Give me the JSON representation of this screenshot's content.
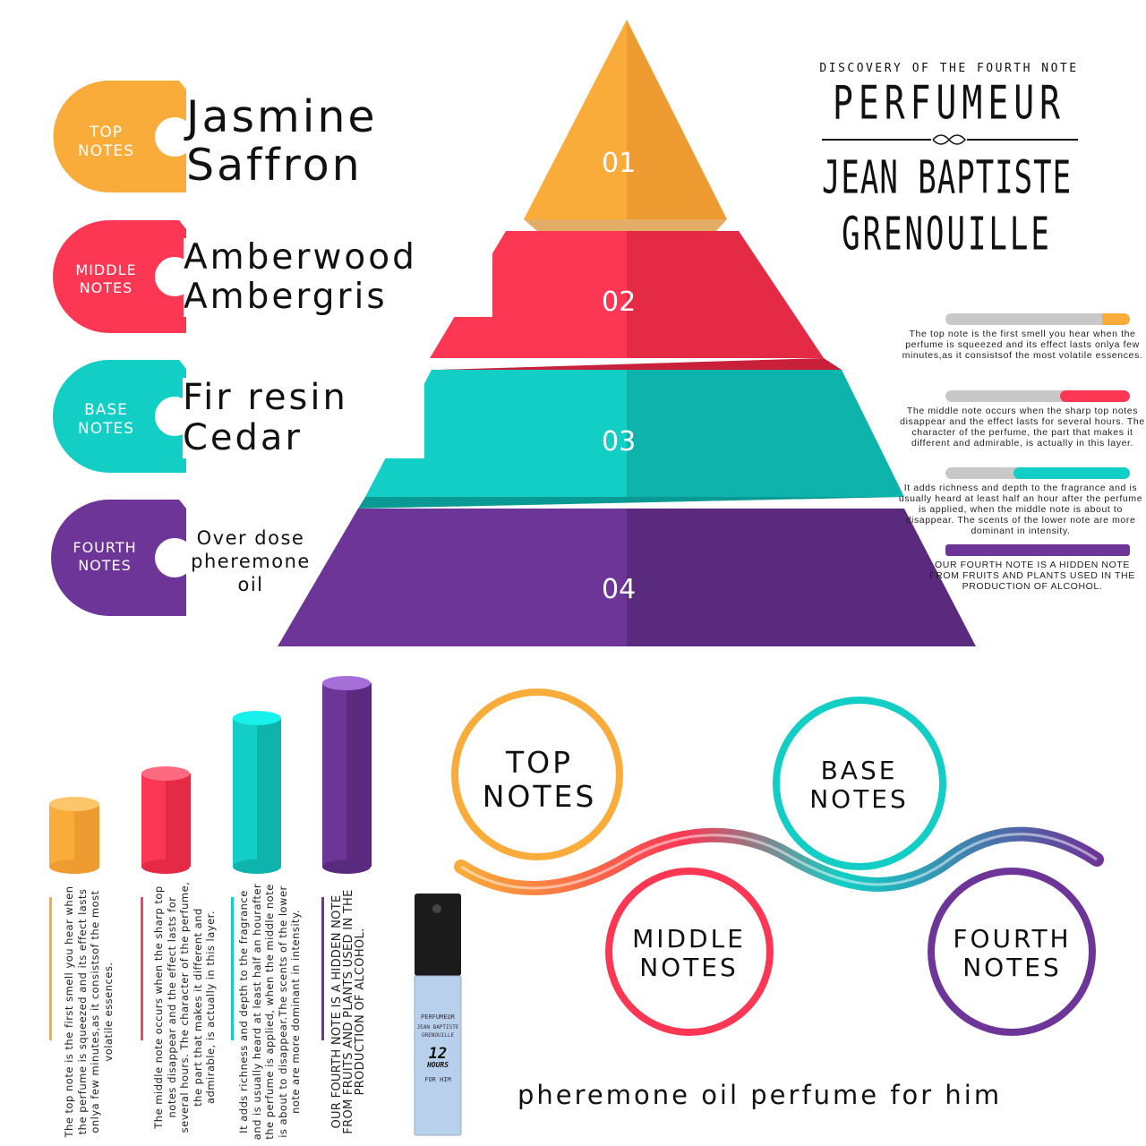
{
  "header": {
    "tagline": "DISCOVERY OF THE FOURTH NOTE",
    "brand": "PERFUMEUR",
    "name_line1": "JEAN BAPTISTE",
    "name_line2": "GRENOUILLE"
  },
  "colors": {
    "top": "#F9AC3A",
    "middle": "#FB3754",
    "base": "#12CEC4",
    "fourth": "#6E3599"
  },
  "tiers": [
    {
      "number": "01",
      "tab_line1": "TOP",
      "tab_line2": "NOTES",
      "ingredient1": "Jasmine",
      "ingredient2": "Saffron"
    },
    {
      "number": "02",
      "tab_line1": "MIDDLE",
      "tab_line2": "NOTES",
      "ingredient1": "Amberwood",
      "ingredient2": "Ambergris"
    },
    {
      "number": "03",
      "tab_line1": "BASE",
      "tab_line2": "NOTES",
      "ingredient1": "Fir resin",
      "ingredient2": "Cedar"
    },
    {
      "number": "04",
      "tab_line1": "FOURTH",
      "tab_line2": "NOTES",
      "ingredient1": "Over dose",
      "ingredient2": "pheremone",
      "ingredient3": "oil"
    }
  ],
  "intensity": [
    {
      "level": 0.15,
      "text": "The top note is the first smell you hear when the perfume is squeezed and its effect lasts onlya few minutes,as it consistsof the most volatile essences."
    },
    {
      "level": 0.38,
      "text": "The middle note occurs when the sharp top notes disappear and the effect lasts for several hours. The character of the perfume, the part that makes it different and admirable, is actually in this layer."
    },
    {
      "level": 0.63,
      "text": "It adds richness and depth to the fragrance and is usually heard at least half an hour after the perfume is applied, when the middle note is about to disappear. The scents of the lower note are more dominant in intensity."
    },
    {
      "level": 1.0,
      "text": "OUR FOURTH NOTE IS A HIDDEN NOTE FROM FRUITS AND PLANTS USED IN THE PRODUCTION OF ALCOHOL."
    }
  ],
  "columns": [
    {
      "text": "The top note is the first smell you hear when the perfume is squeezed and its effect lasts onlya few minutes,as it consistsof the most volatile essences."
    },
    {
      "text": "The middle note occurs when the sharp top notes disappear and the effect lasts for several hours. The character of the perfume, the part that makes it different and admirable, is actually in this layer."
    },
    {
      "text": "It adds richness and depth to the fragrance and is usually heard at least half an hourafter the perfume is applied, when the middle note is about to disappear.The scents of the lower note are more dominant in intensity."
    },
    {
      "text": "OUR FOURTH NOTE IS A HIDDEN NOTE FROM FRUITS AND PLANTS USED IN THE PRODUCTION OF ALCOHOL."
    }
  ],
  "circles": [
    {
      "line1": "TOP",
      "line2": "NOTES"
    },
    {
      "line1": "BASE",
      "line2": "NOTES"
    },
    {
      "line1": "MIDDLE",
      "line2": "NOTES"
    },
    {
      "line1": "FOURTH",
      "line2": "NOTES"
    }
  ],
  "vial": {
    "brand": "PERFUMEUR",
    "name1": "JEAN BAPTISTE",
    "name2": "GRENOUILLE",
    "badge_number": "12",
    "badge_word": "HOURS",
    "for": "FOR HIM"
  },
  "caption": "pheremone oil perfume for him"
}
